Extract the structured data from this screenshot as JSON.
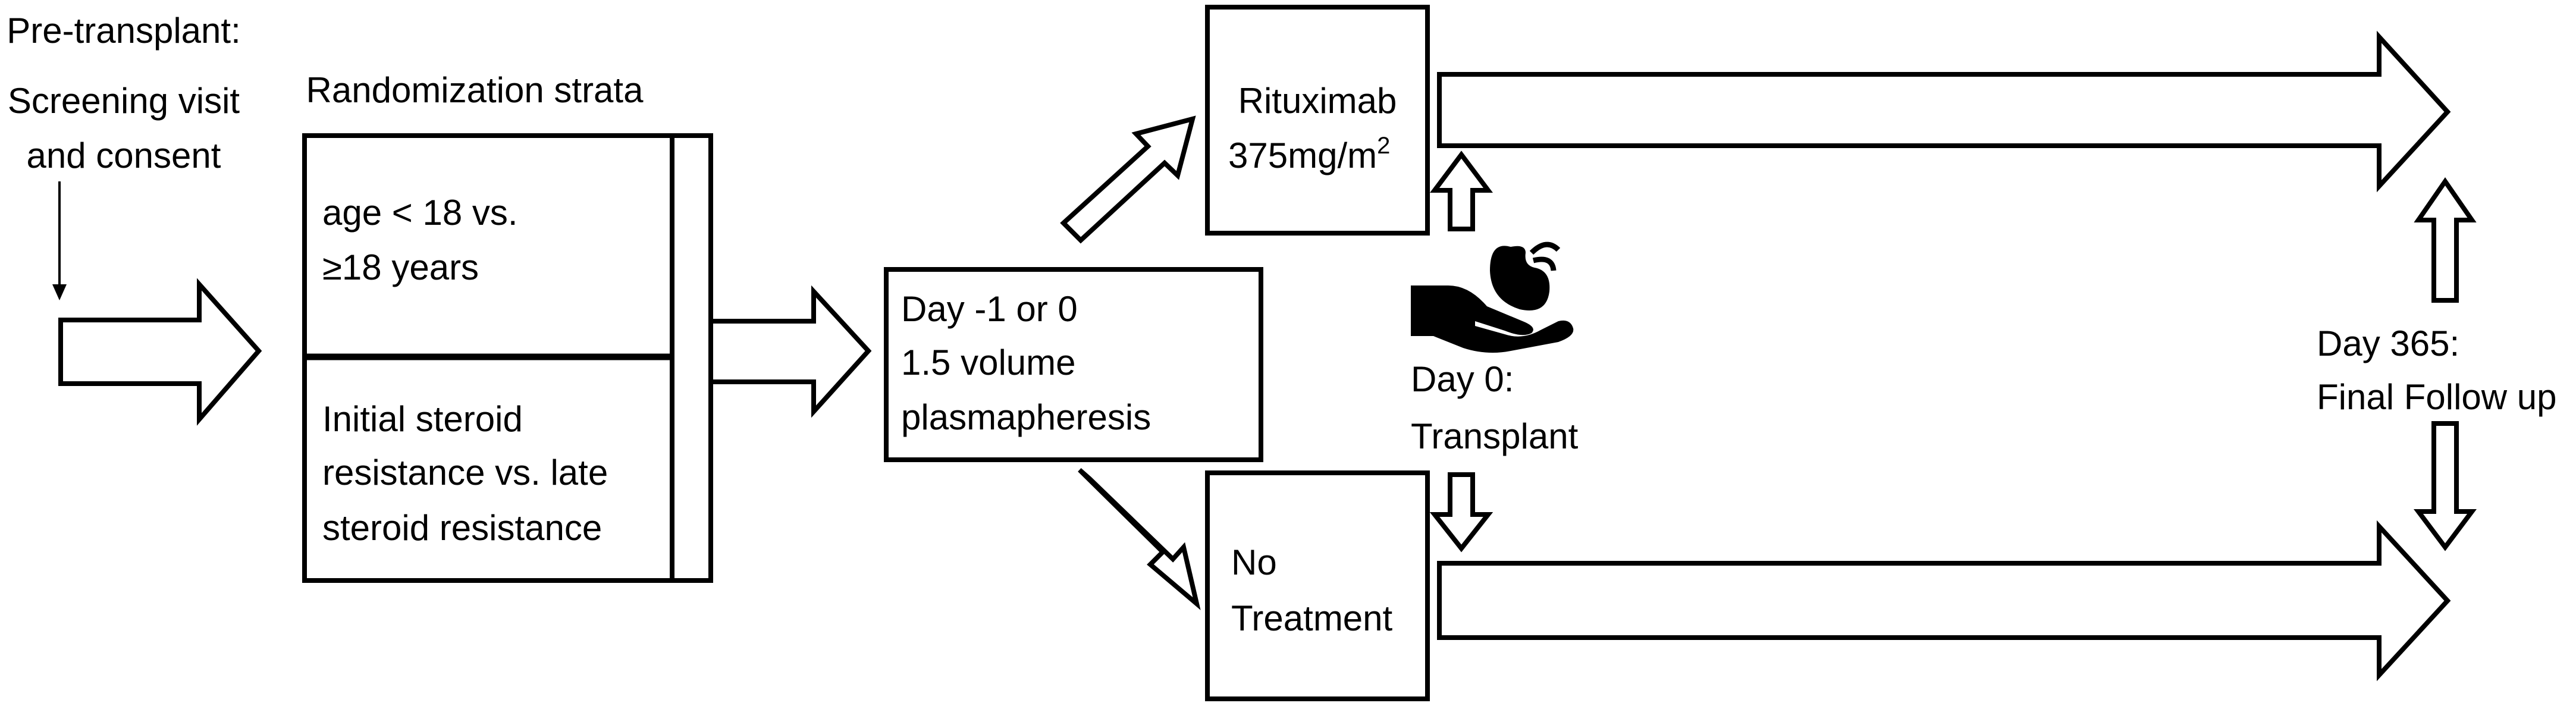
{
  "pretransplant": {
    "line1": "Pre-transplant:",
    "line2": "Screening visit",
    "line3": "and consent"
  },
  "strata": {
    "title": "Randomization strata",
    "age_line1": "age < 18 vs.",
    "age_line2": "≥18 years",
    "steroid_line1": "Initial steroid",
    "steroid_line2": "resistance vs. late",
    "steroid_line3": "steroid resistance"
  },
  "plasmapheresis": {
    "line1": "Day -1 or 0",
    "line2": "1.5 volume",
    "line3": "plasmapheresis"
  },
  "rituximab": {
    "line1": "Rituximab",
    "dose": "375mg/m",
    "dose_sup": "2"
  },
  "no_treatment": {
    "line1": "No",
    "line2": "Treatment"
  },
  "transplant": {
    "line1": "Day 0:",
    "line2": "Transplant",
    "icon": "hand-holding-kidney-icon"
  },
  "followup": {
    "line1": "Day 365:",
    "line2": "Final Follow up"
  },
  "colors": {
    "stroke": "#000000",
    "fill": "#ffffff"
  }
}
